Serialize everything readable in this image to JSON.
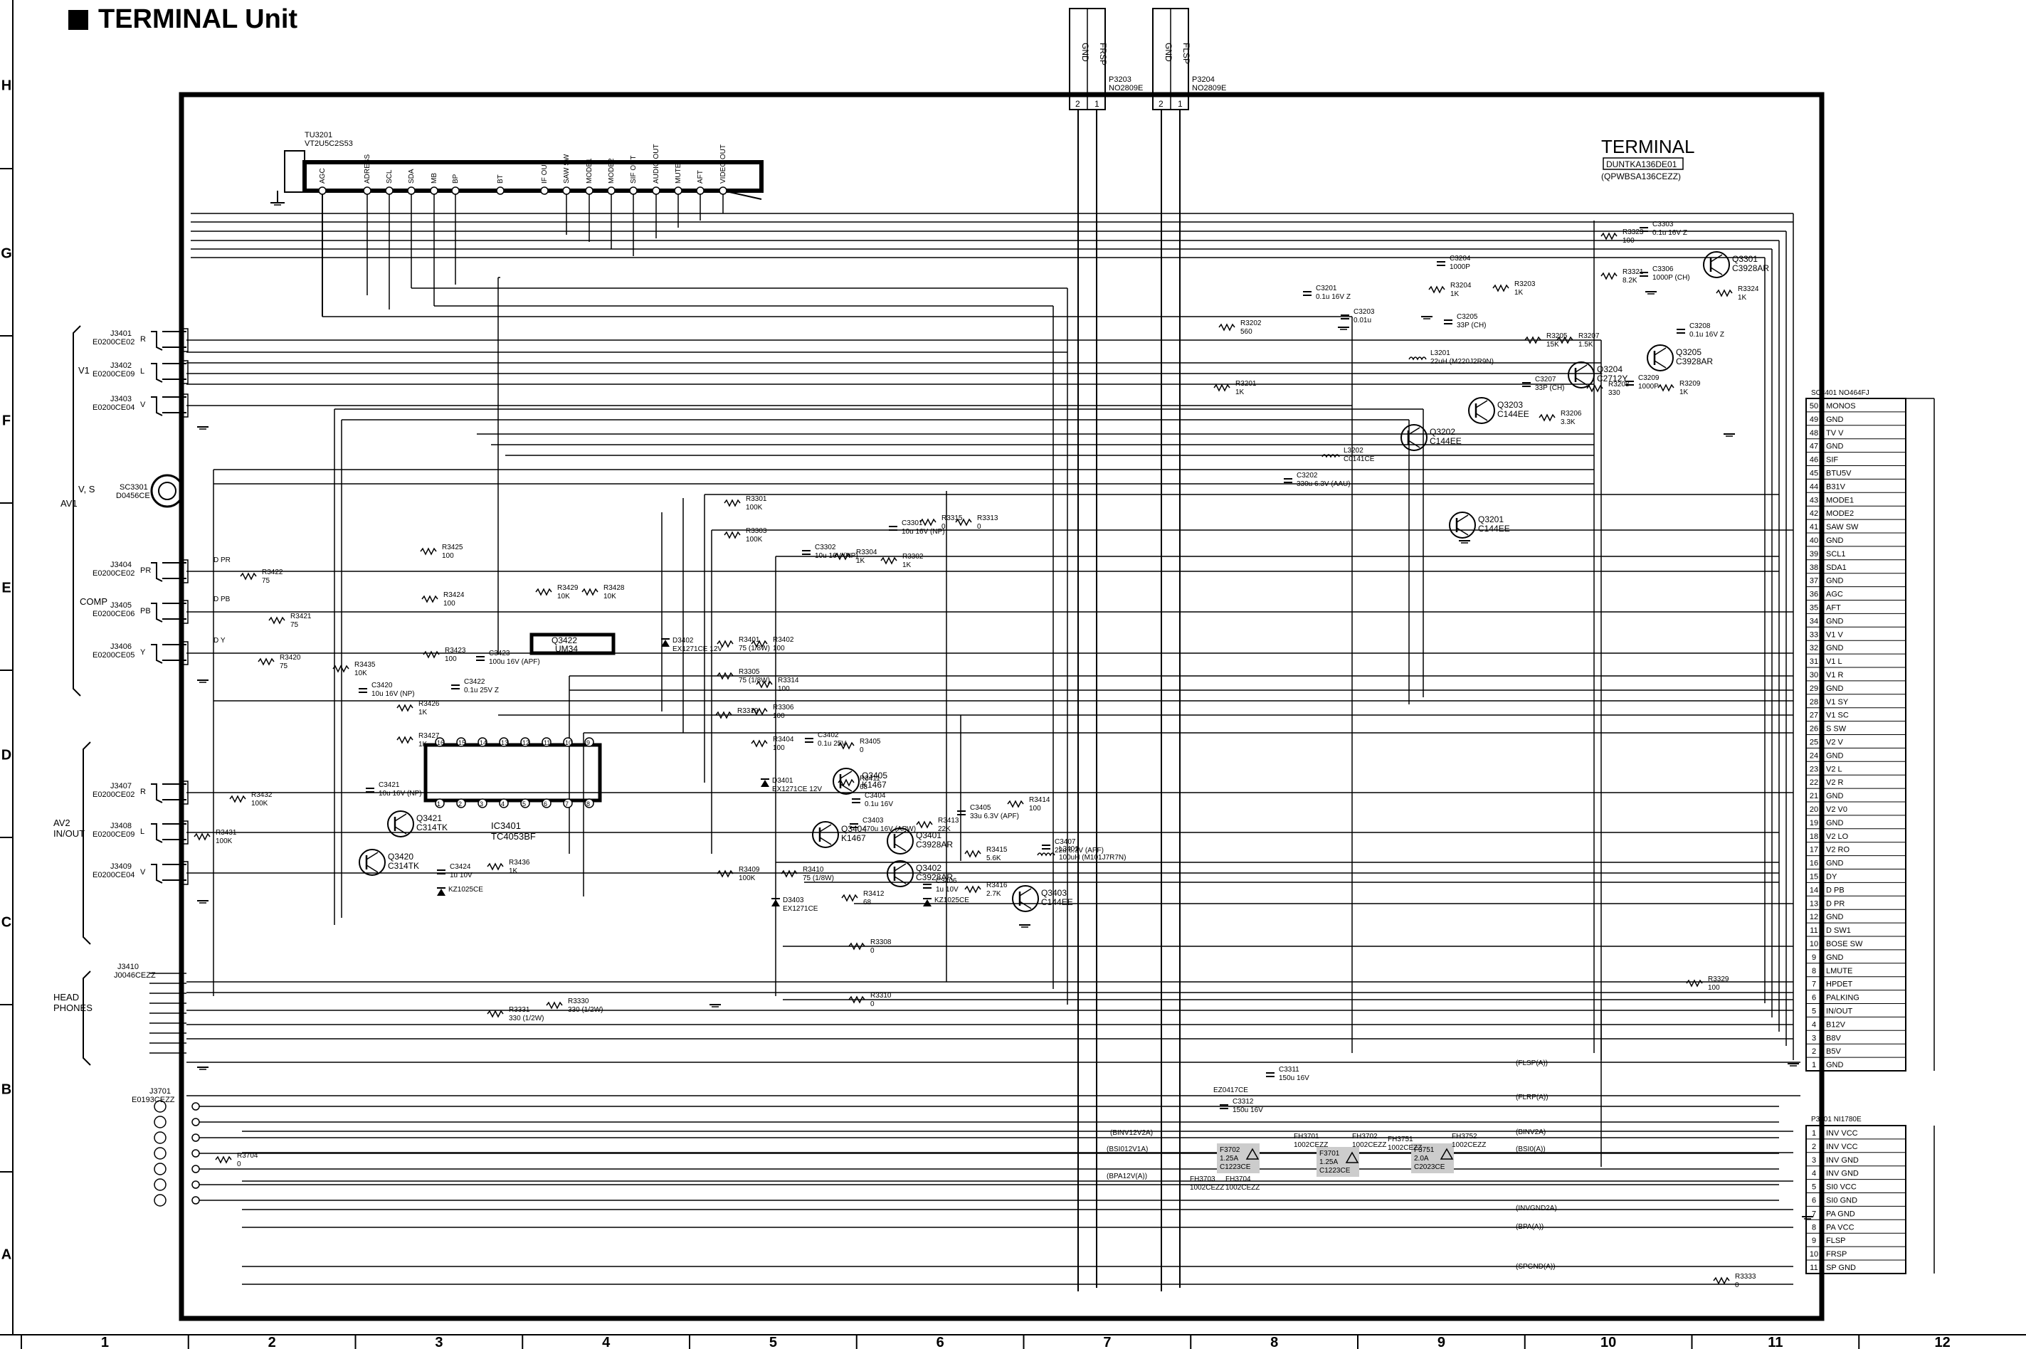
{
  "page_title": "TERMINAL Unit",
  "board": {
    "name": "TERMINAL",
    "code1": "DUNTKA136DE01",
    "code2": "(QPWBSA136CEZZ)"
  },
  "grid": {
    "cols": [
      "1",
      "2",
      "3",
      "4",
      "5",
      "6",
      "7",
      "8",
      "9",
      "10",
      "11",
      "12"
    ],
    "rows": [
      "H",
      "G",
      "F",
      "E",
      "D",
      "C",
      "B",
      "A"
    ]
  },
  "tuner": {
    "ref": "TU3201",
    "part": "VT2U5C2S53",
    "pins": [
      "AGC",
      "ADRESS",
      "SCL",
      "SDA",
      "MB",
      "BP",
      "BT",
      "IF OUT",
      "SAW SW",
      "MODE1",
      "MODE2",
      "SIF OUT",
      "AUDIO OUT",
      "MUTE",
      "AFT",
      "VIDEO OUT"
    ]
  },
  "top_connectors": [
    {
      "ref": "P3203",
      "part": "NO2809E",
      "pins": [
        "GND",
        "FRSP"
      ]
    },
    {
      "ref": "P3204",
      "part": "NO2809E",
      "pins": [
        "GND",
        "FLSP"
      ]
    }
  ],
  "sc3401": {
    "ref": "SC3401",
    "part": "NO464FJ",
    "pins": [
      [
        "50",
        "MONOS"
      ],
      [
        "49",
        "GND"
      ],
      [
        "48",
        "TV V"
      ],
      [
        "47",
        "GND"
      ],
      [
        "46",
        "SIF"
      ],
      [
        "45",
        "BTU5V"
      ],
      [
        "44",
        "B31V"
      ],
      [
        "43",
        "MODE1"
      ],
      [
        "42",
        "MODE2"
      ],
      [
        "41",
        "SAW SW"
      ],
      [
        "40",
        "GND"
      ],
      [
        "39",
        "SCL1"
      ],
      [
        "38",
        "SDA1"
      ],
      [
        "37",
        "GND"
      ],
      [
        "36",
        "AGC"
      ],
      [
        "35",
        "AFT"
      ],
      [
        "34",
        "GND"
      ],
      [
        "33",
        "V1 V"
      ],
      [
        "32",
        "GND"
      ],
      [
        "31",
        "V1 L"
      ],
      [
        "30",
        "V1 R"
      ],
      [
        "29",
        "GND"
      ],
      [
        "28",
        "V1 SY"
      ],
      [
        "27",
        "V1 SC"
      ],
      [
        "26",
        "S SW"
      ],
      [
        "25",
        "V2 V"
      ],
      [
        "24",
        "GND"
      ],
      [
        "23",
        "V2 L"
      ],
      [
        "22",
        "V2 R"
      ],
      [
        "21",
        "GND"
      ],
      [
        "20",
        "V2 V0"
      ],
      [
        "19",
        "GND"
      ],
      [
        "18",
        "V2 LO"
      ],
      [
        "17",
        "V2 RO"
      ],
      [
        "16",
        "GND"
      ],
      [
        "15",
        "DY"
      ],
      [
        "14",
        "D PB"
      ],
      [
        "13",
        "D PR"
      ],
      [
        "12",
        "GND"
      ],
      [
        "11",
        "D SW1"
      ],
      [
        "10",
        "BOSE SW"
      ],
      [
        "9",
        "GND"
      ],
      [
        "8",
        "LMUTE"
      ],
      [
        "7",
        "HPDET"
      ],
      [
        "6",
        "PALKING"
      ],
      [
        "5",
        "IN/OUT"
      ],
      [
        "4",
        "B12V"
      ],
      [
        "3",
        "B8V"
      ],
      [
        "2",
        "B5V"
      ],
      [
        "1",
        "GND"
      ]
    ]
  },
  "p3701": {
    "ref": "P3701",
    "part": "NI1780E",
    "pins": [
      [
        "1",
        "INV VCC"
      ],
      [
        "2",
        "INV VCC"
      ],
      [
        "3",
        "INV GND"
      ],
      [
        "4",
        "INV GND"
      ],
      [
        "5",
        "SI0 VCC"
      ],
      [
        "6",
        "SI0 GND"
      ],
      [
        "7",
        "PA GND"
      ],
      [
        "8",
        "PA VCC"
      ],
      [
        "9",
        "FLSP"
      ],
      [
        "10",
        "FRSP"
      ],
      [
        "11",
        "SP GND"
      ]
    ]
  },
  "left_groups": {
    "av1": "AV1",
    "v1": "V1",
    "vs": "V, S",
    "comp": "COMP",
    "av2": "AV2\nIN/OUT",
    "head": "HEAD\nPHONES"
  },
  "jacks": [
    {
      "ref": "J3401",
      "part": "E0200CE02",
      "pin": "R"
    },
    {
      "ref": "J3402",
      "part": "E0200CE09",
      "pin": "L"
    },
    {
      "ref": "J3403",
      "part": "E0200CE04",
      "pin": "V"
    },
    {
      "ref": "SC3301",
      "part": "D0456CE",
      "pin": ""
    },
    {
      "ref": "J3404",
      "part": "E0200CE02",
      "pin": "PR"
    },
    {
      "ref": "J3405",
      "part": "E0200CE06",
      "pin": "PB"
    },
    {
      "ref": "J3406",
      "part": "E0200CE05",
      "pin": "Y"
    },
    {
      "ref": "J3407",
      "part": "E0200CE02",
      "pin": "R"
    },
    {
      "ref": "J3408",
      "part": "E0200CE09",
      "pin": "L"
    },
    {
      "ref": "J3409",
      "part": "E0200CE04",
      "pin": "V"
    },
    {
      "ref": "J3410",
      "part": "J0046CEZZ",
      "pin": ""
    },
    {
      "ref": "J3701",
      "part": "E0193CEZZ",
      "pin": ""
    }
  ],
  "ics": [
    {
      "ref": "IC3401",
      "part": "TC4053BF"
    },
    {
      "ref": "Q3422",
      "part": "UM34"
    }
  ],
  "transistors": [
    [
      "Q3301",
      "C3928AR"
    ],
    [
      "Q3205",
      "C3928AR"
    ],
    [
      "Q3204",
      "C2712Y"
    ],
    [
      "Q3203",
      "C144EE"
    ],
    [
      "Q3202",
      "C144EE"
    ],
    [
      "Q3201",
      "C144EE"
    ],
    [
      "Q3405",
      "K1467"
    ],
    [
      "Q3404",
      "K1467"
    ],
    [
      "Q3401",
      "C3928AR"
    ],
    [
      "Q3402",
      "C3928AR"
    ],
    [
      "Q3403",
      "C144EE"
    ],
    [
      "Q3421",
      "C314TK"
    ],
    [
      "Q3420",
      "C314TK"
    ]
  ],
  "resistors": [
    [
      "R3323",
      "100"
    ],
    [
      "R3321",
      "8.2K"
    ],
    [
      "R3324",
      "1K"
    ],
    [
      "R3203",
      "1K"
    ],
    [
      "R3204",
      "1K"
    ],
    [
      "R3202",
      "560"
    ],
    [
      "R3201",
      "1K"
    ],
    [
      "R3205",
      "15K"
    ],
    [
      "R3207",
      "1.5K"
    ],
    [
      "R3208",
      "330"
    ],
    [
      "R3209",
      "1K"
    ],
    [
      "R3206",
      "3.3K"
    ],
    [
      "R3301",
      "100K"
    ],
    [
      "R3303",
      "100K"
    ],
    [
      "R3304",
      "1K"
    ],
    [
      "R3302",
      "1K"
    ],
    [
      "R3315",
      "0"
    ],
    [
      "R3313",
      "0"
    ],
    [
      "R3425",
      "100"
    ],
    [
      "R3422",
      "75"
    ],
    [
      "R3424",
      "100"
    ],
    [
      "R3421",
      "75"
    ],
    [
      "R3423",
      "100"
    ],
    [
      "R3420",
      "75"
    ],
    [
      "R3435",
      "10K"
    ],
    [
      "R3429",
      "10K"
    ],
    [
      "R3428",
      "10K"
    ],
    [
      "R3426",
      "1K"
    ],
    [
      "R3427",
      "1K"
    ],
    [
      "R3432",
      "100K"
    ],
    [
      "R3431",
      "100K"
    ],
    [
      "R3436",
      "1K"
    ],
    [
      "R3401",
      "75 (1/8W)"
    ],
    [
      "R3402",
      "100"
    ],
    [
      "R3305",
      "75 (1/8W)"
    ],
    [
      "R3314",
      "100"
    ],
    [
      "R3319",
      ""
    ],
    [
      "R3306",
      "100"
    ],
    [
      "R3404",
      "100"
    ],
    [
      "R3405",
      "0"
    ],
    [
      "R3411",
      "68"
    ],
    [
      "R3413",
      "22K"
    ],
    [
      "R3414",
      "100"
    ],
    [
      "R3415",
      "5.6K"
    ],
    [
      "R3416",
      "2.7K"
    ],
    [
      "R3412",
      "68"
    ],
    [
      "R3409",
      "100K"
    ],
    [
      "R3410",
      "75 (1/8W)"
    ],
    [
      "R3308",
      "0"
    ],
    [
      "R3310",
      "0"
    ],
    [
      "R3331",
      "330 (1/2W)"
    ],
    [
      "R3330",
      "330 (1/2W)"
    ],
    [
      "R3329",
      "100"
    ],
    [
      "R3704",
      "0"
    ],
    [
      "R3333",
      "0"
    ]
  ],
  "capacitors": [
    [
      "C3303",
      "0.1u 16V Z"
    ],
    [
      "C3306",
      "1000P (CH)"
    ],
    [
      "C3204",
      "1000P"
    ],
    [
      "C3205",
      "33P (CH)"
    ],
    [
      "C3201",
      "0.1u 16V Z"
    ],
    [
      "C3203",
      "0.01u"
    ],
    [
      "C3208",
      "0.1u 16V Z"
    ],
    [
      "C3207",
      "33P (CH)"
    ],
    [
      "C3209",
      "1000P"
    ],
    [
      "C3202",
      "330u 6.3V (AAU)"
    ],
    [
      "C3301",
      "10u 16V (NP)"
    ],
    [
      "C3302",
      "10u 16V (NP)"
    ],
    [
      "C3423",
      "100u 16V (APF)"
    ],
    [
      "C3422",
      "0.1u 25V Z"
    ],
    [
      "C3420",
      "10u 16V (NP)"
    ],
    [
      "C3421",
      "10u 16V (NP)"
    ],
    [
      "C3424",
      "1u 10V"
    ],
    [
      "C3402",
      "0.1u 25V"
    ],
    [
      "C3404",
      "0.1u 16V"
    ],
    [
      "C3403",
      "470u 16V (APW)"
    ],
    [
      "C3405",
      "33u 6.3V (APF)"
    ],
    [
      "C3407",
      "22u 6.3V (APF)"
    ],
    [
      "C3406",
      "1u 10V"
    ],
    [
      "C3311",
      "150u 16V"
    ],
    [
      "C3312",
      "150u 16V"
    ]
  ],
  "inductors": [
    [
      "L3201",
      "22uH (M220J2R9N)"
    ],
    [
      "L3202",
      "C0141CE"
    ],
    [
      "L3401",
      "100uH (M101J7R7N)"
    ]
  ],
  "diodes": [
    [
      "D3402",
      "EX1271CE 12V"
    ],
    [
      "D3401",
      "EX1271CE 12V"
    ],
    [
      "D3403",
      "EX1271CE"
    ],
    [
      "KZ1025CE",
      ""
    ],
    [
      "KZ1025CE",
      ""
    ]
  ],
  "fuses": [
    [
      "F3702",
      "1.25A C1223CE"
    ],
    [
      "F3701",
      "1.25A C1223CE"
    ],
    [
      "F3751",
      "2.0A C2023CE"
    ]
  ],
  "ferrites": [
    [
      "FH3701",
      "1002CEZZ"
    ],
    [
      "FH3702",
      "1002CEZZ"
    ],
    [
      "FH3751",
      "1002CEZZ"
    ],
    [
      "FH3752",
      "1002CEZZ"
    ],
    [
      "FH3703",
      "1002CEZZ"
    ],
    [
      "FH3704",
      "1002CEZZ"
    ]
  ],
  "nets": [
    "(FLSP(A))",
    "(FLRP(A))",
    "(BINV12V2A)",
    "(BINV2A)",
    "(BSI012V1A)",
    "(BSI0(A))",
    "(BPA12V(A))",
    "(INVGND2A)",
    "(BPA(A))",
    "(SPGND(A))",
    "D PR",
    "D PB",
    "D Y",
    "EZ0417CE"
  ]
}
